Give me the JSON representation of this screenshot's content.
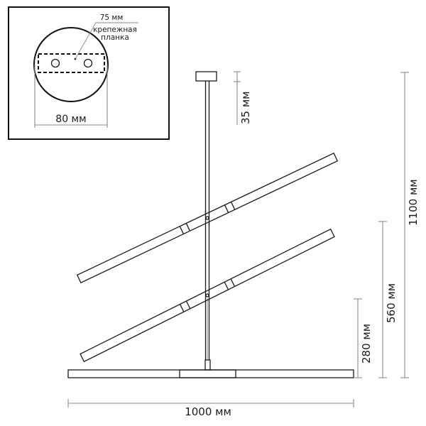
{
  "drawing": {
    "title": "Pendant lamp dimension drawing",
    "inset": {
      "callout_size": "75 мм",
      "callout_line1": "крепежная",
      "callout_line2": "планка",
      "canopy_diameter": "80 мм"
    },
    "dimensions": {
      "canopy_height": "35 мм",
      "total_height": "1100 мм",
      "mid_height": "560 мм",
      "low_height": "280 мм",
      "width": "1000 мм"
    },
    "colors": {
      "line": "#1a1a1a",
      "dimension_line": "#8a8a8a",
      "background": "#ffffff"
    }
  }
}
